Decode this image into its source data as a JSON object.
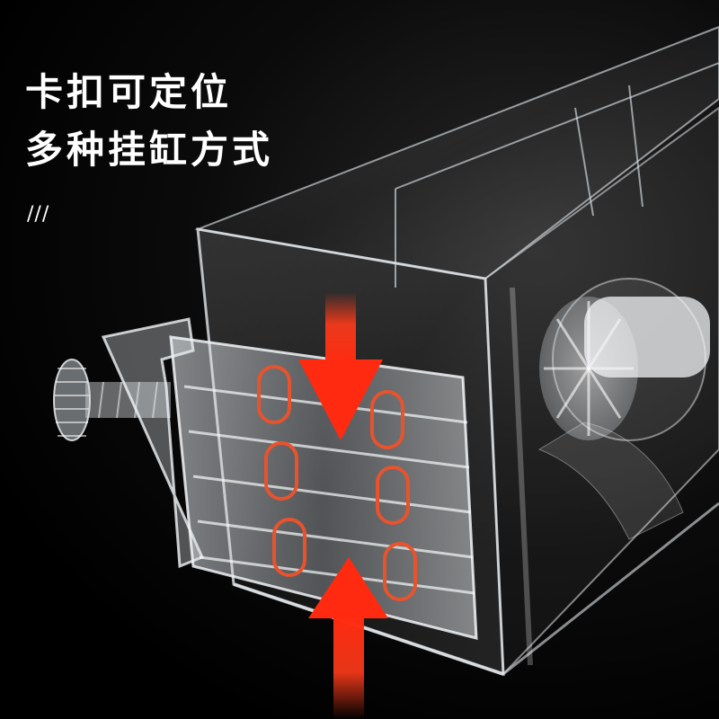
{
  "headline": {
    "line1": "卡扣可定位",
    "line2": "多种挂缸方式",
    "decoration": "///"
  },
  "colors": {
    "background": "#000000",
    "headline_text": "#ffffff",
    "arrow_red": "#ff3b1a",
    "slot_highlight": "#e8532e",
    "acrylic": "#cfd6dc"
  },
  "photo": {
    "subject": "acrylic-hang-on-box-with-clip-bracket",
    "arrows": [
      "down",
      "up"
    ]
  }
}
